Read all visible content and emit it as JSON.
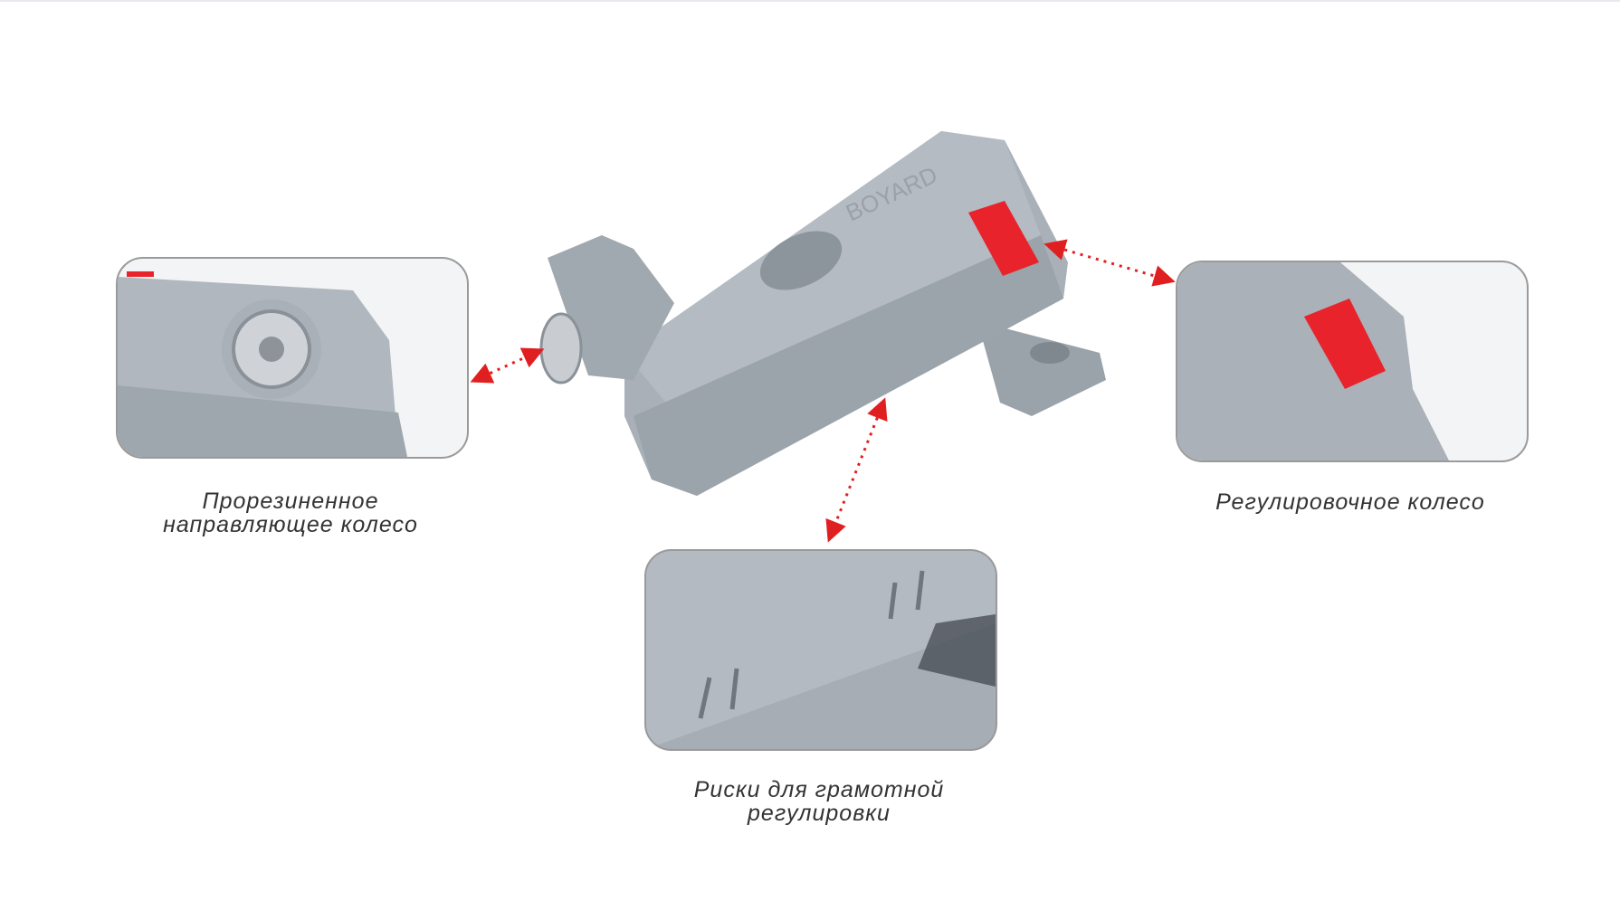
{
  "callouts": [
    {
      "label_line1": "Прорезиненное",
      "label_line2": "направляющее колесо"
    },
    {
      "label_line1": "Риски для грамотной",
      "label_line2": "регулировки"
    },
    {
      "label_line1": "Регулировочное колесо"
    }
  ],
  "product": {
    "brand_mark": "BOYARD"
  },
  "colors": {
    "plastic": "#a9b0b7",
    "wheel": "#e8232b",
    "arrow": "#e02020"
  }
}
